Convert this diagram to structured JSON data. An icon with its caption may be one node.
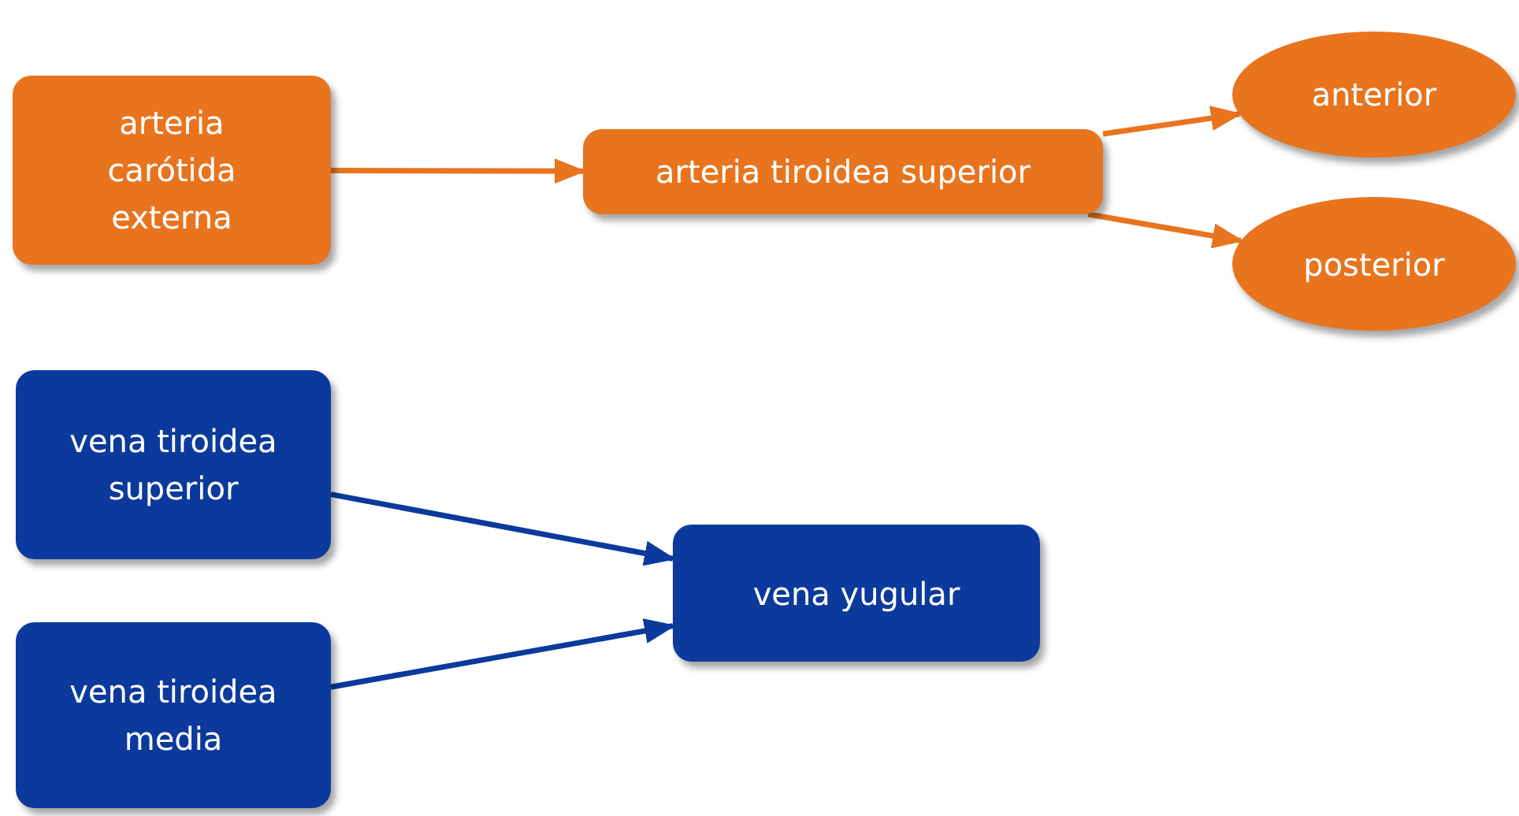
{
  "diagram": {
    "nodes": [
      {
        "text": [
          "arteria carótida externa"
        ]
      },
      {
        "text": [
          "arteria tiroidea superior"
        ]
      },
      {
        "text": [
          "anterior"
        ]
      },
      {
        "text": [
          "posterior"
        ]
      },
      {
        "text": [
          "vena tiroidea superior"
        ]
      },
      {
        "text": [
          "vena tiroidea media"
        ]
      },
      {
        "text": [
          "vena yugular"
        ]
      }
    ],
    "edges": [
      {
        "from": 0,
        "to": 1,
        "arrow": "to"
      },
      {
        "from": 1,
        "to": 2,
        "arrow": "to"
      },
      {
        "from": 1,
        "to": 3,
        "arrow": "to"
      },
      {
        "from": 4,
        "to": 6,
        "arrow": "to",
        "color": "#0b3a9c"
      },
      {
        "from": 5,
        "to": 6,
        "arrow": "to",
        "color": "#0b3a9c"
      }
    ]
  }
}
